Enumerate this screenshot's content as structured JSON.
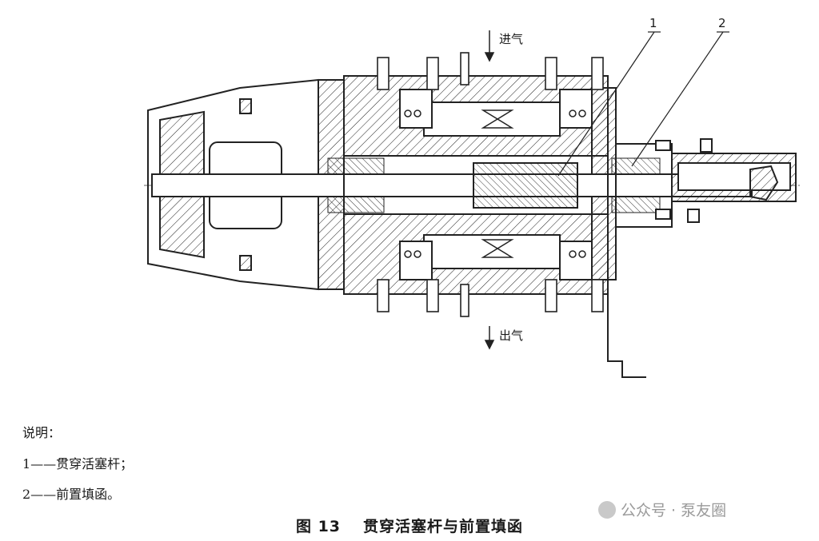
{
  "diagram": {
    "inlet_label": "进气",
    "outlet_label": "出气",
    "callout_1": "1",
    "callout_2": "2"
  },
  "legend": {
    "heading": "说明：",
    "item1": "1——贯穿活塞杆；",
    "item2": "2——前置填函。"
  },
  "caption": {
    "number": "图 13",
    "title": "贯穿活塞杆与前置填函"
  },
  "watermark": "公众号 · 泵友圈"
}
